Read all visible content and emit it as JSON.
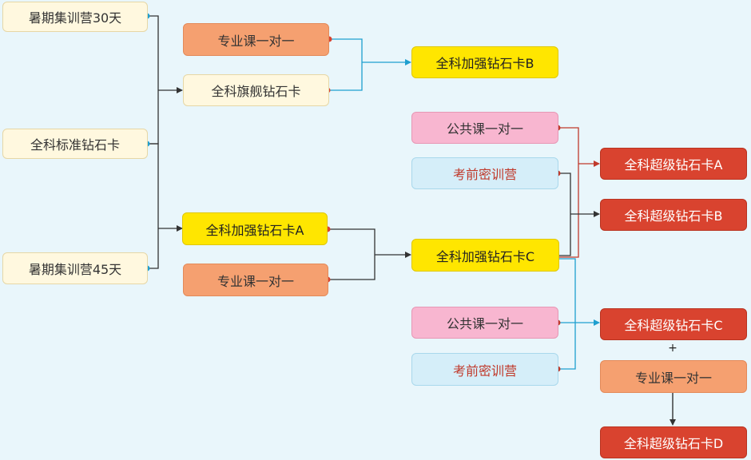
{
  "nodes": {
    "summer30": "暑期集训营30天",
    "standard": "全科标准钻石卡",
    "summer45": "暑期集训营45天",
    "major1on1_a": "专业课一对一",
    "flagship": "全科旗舰钻石卡",
    "boostA": "全科加强钻石卡A",
    "major1on1_b": "专业课一对一",
    "boostB": "全科加强钻石卡B",
    "public1on1_a": "公共课一对一",
    "intensive_a": "考前密训营",
    "boostC": "全科加强钻石卡C",
    "public1on1_b": "公共课一对一",
    "intensive_b": "考前密训营",
    "superA": "全科超级钻石卡A",
    "superB": "全科超级钻石卡B",
    "superC": "全科超级钻石卡C",
    "plus": "+",
    "major1on1_c": "专业课一对一",
    "superD": "全科超级钻石卡D"
  },
  "colors": {
    "background": "#e9f6fb",
    "cream": "#fff8df",
    "salmon": "#f5a070",
    "yellow": "#ffe600",
    "pink": "#f8b6d0",
    "lightblue": "#d5eef9",
    "red": "#d9432f",
    "connector_blue": "#1e9fcf",
    "connector_red": "#c0392b",
    "connector_dark": "#333333"
  }
}
